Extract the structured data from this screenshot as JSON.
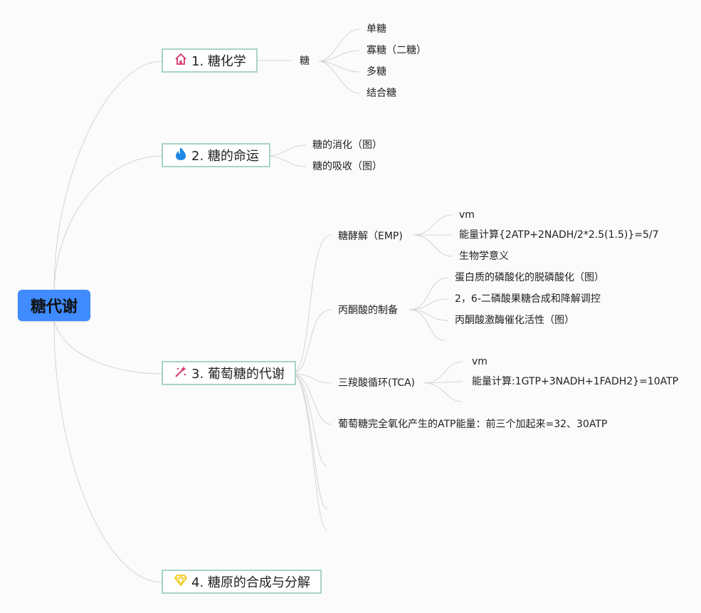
{
  "root": {
    "label": "糖代谢"
  },
  "topics": [
    {
      "label": "1. 糖化学",
      "icon": "house-icon",
      "color": "#d6336c"
    },
    {
      "label": "2. 糖的命运",
      "icon": "fire-icon",
      "color": "#1e88e5"
    },
    {
      "label": "3. 葡萄糖的代谢",
      "icon": "sparkle-icon",
      "color": "#d6336c"
    },
    {
      "label": "4. 糖原的合成与分解",
      "icon": "diamond-icon",
      "color": "#f2c200"
    }
  ],
  "t1": {
    "sub": "糖",
    "children": [
      "单糖",
      "寡糖（二糖）",
      "多糖",
      "结合糖"
    ]
  },
  "t2": {
    "children": [
      "糖的消化（图）",
      "糖的吸收（图）"
    ]
  },
  "t3": {
    "emp": {
      "label": "糖酵解（EMP)",
      "children": [
        "vm",
        "能量计算{2ATP+2NADH/2*2.5(1.5)}=5/7",
        "生物学意义"
      ]
    },
    "pyruvate": {
      "label": "丙酮酸的制备",
      "children": [
        "蛋白质的磷酸化的脱磷酸化（图）",
        "2，6-二磷酸果糖合成和降解调控",
        "丙酮酸激酶催化活性（图）"
      ]
    },
    "tca": {
      "label": "三羧酸循环(TCA)",
      "children": [
        "vm",
        "能量计算:1GTP+3NADH+1FADH2}=10ATP"
      ]
    },
    "total": {
      "label": "葡萄糖完全氧化产生的ATP能量：前三个加起来=32、30ATP"
    }
  },
  "colors": {
    "root_bg": "#3f8bff",
    "topic_border": "#a9d3c7",
    "edge": "#d6d6d6"
  }
}
